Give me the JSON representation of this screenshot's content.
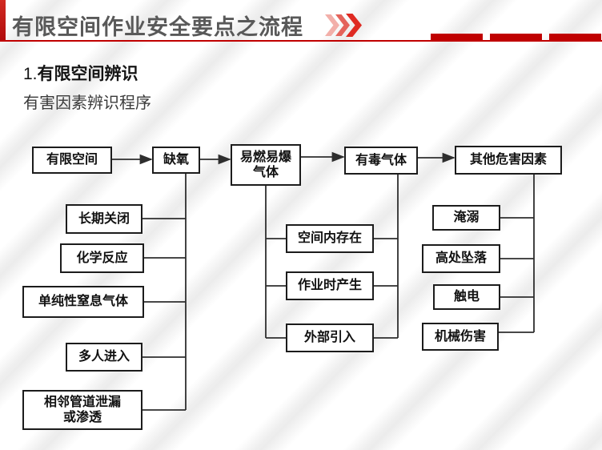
{
  "header": {
    "title": "有限空间作业安全要点之流程"
  },
  "section": {
    "heading_number": "1.",
    "heading": "有限空间辨识",
    "subheading": "有害因素辨识程序"
  },
  "flowchart": {
    "top_row": [
      {
        "label": "有限空间"
      },
      {
        "label": "缺氧"
      },
      {
        "label": "易燃易爆气体"
      },
      {
        "label": "有毒气体"
      },
      {
        "label": "其他危害因素"
      }
    ],
    "oxygen_causes": [
      {
        "label": "长期关闭"
      },
      {
        "label": "化学反应"
      },
      {
        "label": "单纯性窒息气体"
      },
      {
        "label": "多人进入"
      },
      {
        "label": "相邻管道泄漏或渗透"
      }
    ],
    "gas_sources": [
      {
        "label": "空间内存在"
      },
      {
        "label": "作业时产生"
      },
      {
        "label": "外部引入"
      }
    ],
    "other_hazard_types": [
      {
        "label": "淹溺"
      },
      {
        "label": "高处坠落"
      },
      {
        "label": "触电"
      },
      {
        "label": "机械伤害"
      }
    ]
  },
  "colors": {
    "accent_red": "#C00000",
    "chevron_light": "#F2AFA9",
    "chevron_mid": "#E4635B",
    "chevron_dark": "#DF2A22",
    "title_gray": "#595959",
    "node_border": "#1C1C1C"
  }
}
